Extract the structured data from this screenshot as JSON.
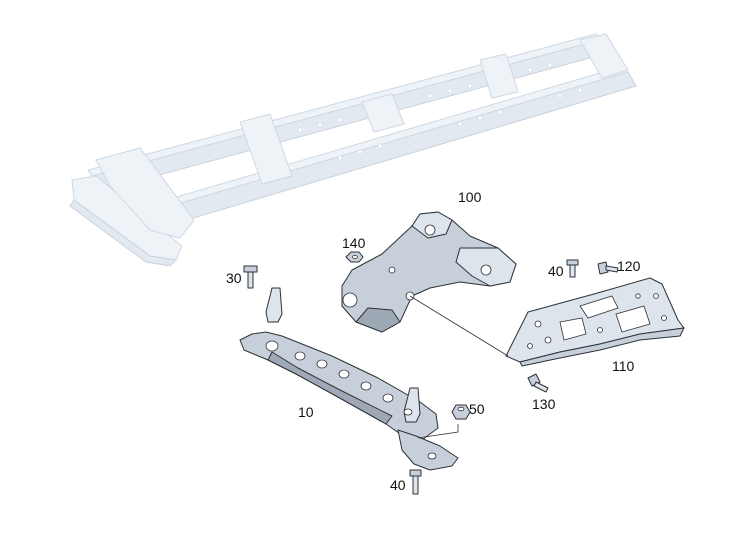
{
  "diagram": {
    "callouts": [
      {
        "id": "c100",
        "text": "100"
      },
      {
        "id": "c140",
        "text": "140"
      },
      {
        "id": "c30",
        "text": "30"
      },
      {
        "id": "c40a",
        "text": "40"
      },
      {
        "id": "c120",
        "text": "120"
      },
      {
        "id": "c110",
        "text": "110"
      },
      {
        "id": "c130",
        "text": "130"
      },
      {
        "id": "c50",
        "text": "50"
      },
      {
        "id": "c10",
        "text": "10"
      },
      {
        "id": "c40b",
        "text": "40"
      }
    ]
  }
}
